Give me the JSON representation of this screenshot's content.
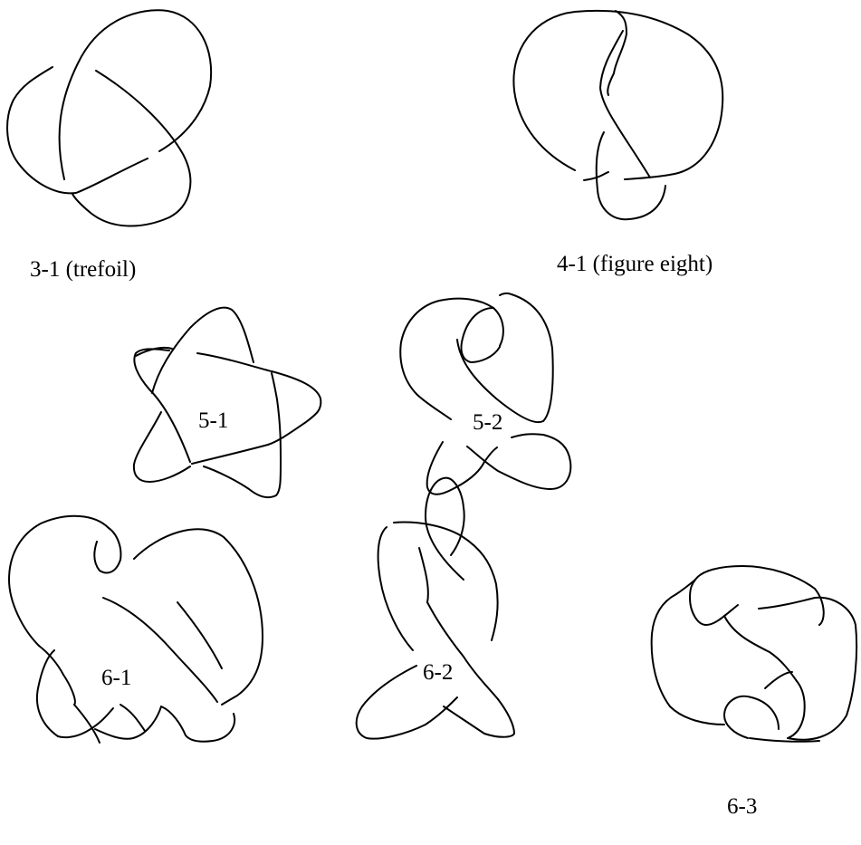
{
  "knots": [
    {
      "id": "3-1",
      "label": "3-1 (trefoil)"
    },
    {
      "id": "4-1",
      "label": "4-1 (figure eight)"
    },
    {
      "id": "5-1",
      "label": "5-1"
    },
    {
      "id": "5-2",
      "label": "5-2"
    },
    {
      "id": "6-1",
      "label": "6-1"
    },
    {
      "id": "6-2",
      "label": "6-2"
    },
    {
      "id": "6-3",
      "label": "6-3"
    }
  ],
  "colors": {
    "stroke": "#000000",
    "background": "#ffffff"
  }
}
